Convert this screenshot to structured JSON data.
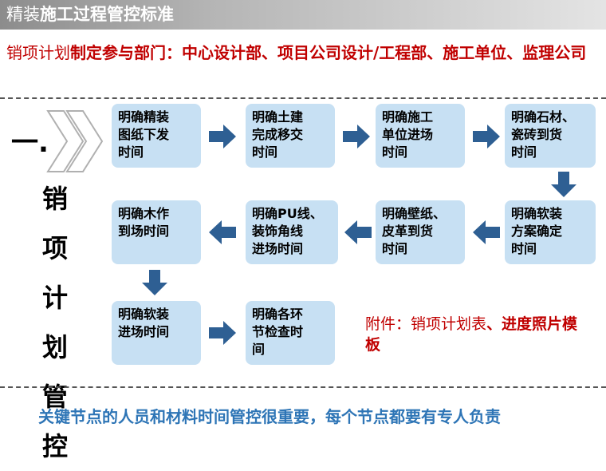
{
  "header": {
    "title_part1": "精装",
    "title_part2": "施工过程管控标准"
  },
  "participants": {
    "label": "销项计划",
    "text": "制定参与部门：中心设计部、项目公司设计/工程部、施工单位、监理公司"
  },
  "section": {
    "number": "一.",
    "title": "销\n项\n计\n划\n管\n控"
  },
  "steps": [
    "明确精装\n图纸下发\n时间",
    "明确土建\n完成移交\n时间",
    "明确施工\n单位进场\n时间",
    "明确石材、\n瓷砖到货\n时间",
    "明确软装\n方案确定\n时间",
    "明确壁纸、\n皮革到货\n时间",
    "明确PU线、\n装饰角线\n进场时间",
    "明确木作\n到场时间",
    "明确软装\n进场时间",
    "明确各环\n节检查时\n间"
  ],
  "attachment": {
    "prefix": "附件：销项计划表",
    "suffix": "、进度照片模板"
  },
  "footnote": "关键节点的人员和材料时间管控很重要，每个节点都要有专人负责",
  "colors": {
    "box_fill": "#c7e0f3",
    "arrow": "#2e5f93",
    "accent_red": "#c00000",
    "footnote_blue": "#2e75b6"
  }
}
